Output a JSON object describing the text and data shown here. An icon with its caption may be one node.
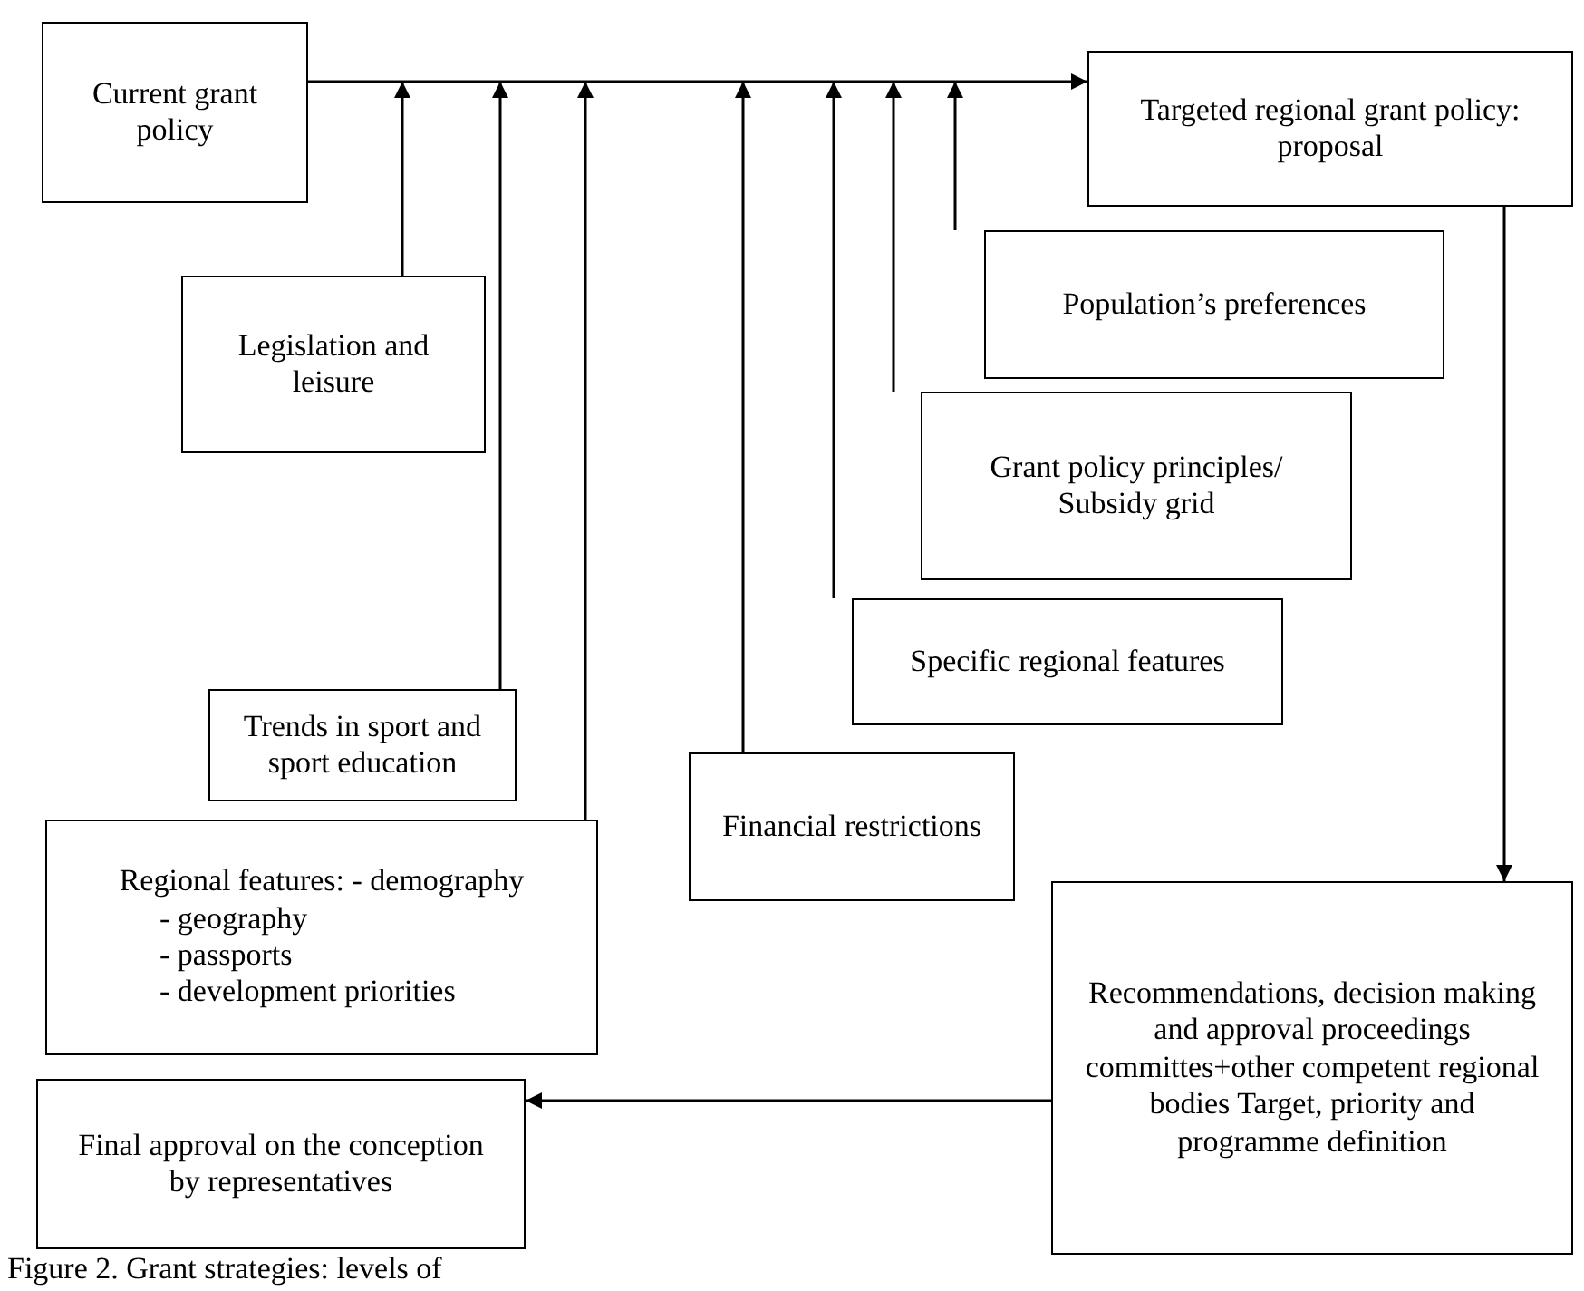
{
  "diagram": {
    "caption": "Figure 2. Grant strategies: levels of",
    "nodes": [
      {
        "text": [
          "Current grant policy"
        ]
      },
      {
        "text": [
          "Targeted regional grant policy: proposal"
        ]
      },
      {
        "text": [
          "Population’s preferences"
        ]
      },
      {
        "text": [
          "Legislation and leisure"
        ]
      },
      {
        "text": [
          "Grant policy principles/ Subsidy grid"
        ]
      },
      {
        "text": [
          "Trends in sport and sport education"
        ]
      },
      {
        "text": [
          "Specific regional features"
        ]
      },
      {
        "text": [
          "Regional features: - demography",
          "- geography",
          "- passports",
          "- development priorities"
        ]
      },
      {
        "text": [
          "Financial restrictions"
        ]
      },
      {
        "text": [
          "Recommendations, decision making and approval proceedings committes+other competent regional bodies Target, priority and programme definition"
        ]
      },
      {
        "text": [
          "Final approval on the conception by representatives"
        ]
      }
    ],
    "edges": [
      {
        "from": 0,
        "to": 1,
        "arrow": "to"
      },
      {
        "from": 3,
        "to": null,
        "arrow": "to"
      },
      {
        "from": 5,
        "to": null,
        "arrow": "to"
      },
      {
        "from": 7,
        "to": null,
        "arrow": "to"
      },
      {
        "from": 8,
        "to": null,
        "arrow": "to"
      },
      {
        "from": 6,
        "to": null,
        "arrow": "to"
      },
      {
        "from": 4,
        "to": null,
        "arrow": "to"
      },
      {
        "from": 2,
        "to": null,
        "arrow": "to"
      },
      {
        "from": 1,
        "to": 9,
        "arrow": "to"
      },
      {
        "from": 9,
        "to": 10,
        "arrow": "to"
      }
    ]
  }
}
